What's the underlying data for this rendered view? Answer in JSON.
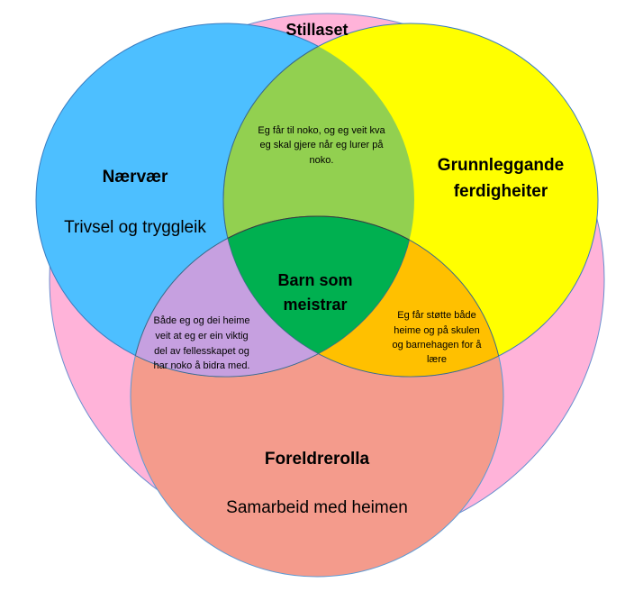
{
  "outer": {
    "label": "Stillaset"
  },
  "blue": {
    "title": "Nærvær",
    "subtitle": "Trivsel og tryggleik"
  },
  "yellow": {
    "title_lines": [
      "Grunnleggande",
      "ferdigheiter"
    ]
  },
  "red": {
    "title": "Foreldrerolla",
    "subtitle": "Samarbeid med heimen"
  },
  "center": {
    "lines": [
      "Barn som",
      "meistrar"
    ]
  },
  "blue_yellow": {
    "lines": [
      "Eg får til noko, og eg veit kva",
      "eg skal gjere når eg lurer på",
      "noko."
    ]
  },
  "blue_red": {
    "lines": [
      "Både eg og dei heime",
      "veit at eg er ein viktig",
      "del av fellesskapet og",
      "har noko å bidra med."
    ]
  },
  "yellow_red": {
    "lines": [
      "Eg får støtte både",
      "heime og på skulen",
      "og barnehagen for å",
      "lære"
    ]
  },
  "colors": {
    "outer": "#ffb3d9",
    "blue": "#4dbfff",
    "yellow": "#ffff00",
    "red": "#f49b8c",
    "blue_yellow": "#92d050",
    "blue_red": "#c6a0e0",
    "yellow_red": "#ffc000",
    "center": "#00b050"
  }
}
